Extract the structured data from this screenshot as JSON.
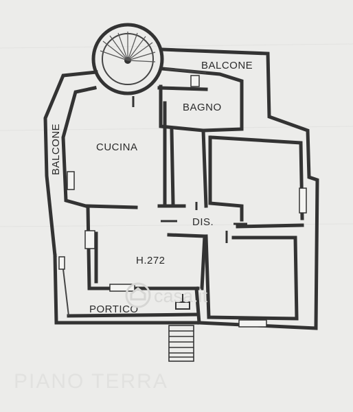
{
  "rooms": {
    "balcone_top": "BALCONE",
    "balcone_left": "BALCONE",
    "bagno": "BAGNO",
    "cucina": "CUCINA",
    "dis": "DIS.",
    "height": "H.272",
    "portico": "PORTICO"
  },
  "watermark": {
    "text": "casa.it",
    "icon": "house-logo-icon"
  },
  "floor_caption": "PIANO TERRA",
  "colors": {
    "paper": "#ececea",
    "ink": "#333333",
    "watermark": "#d9d9d7"
  }
}
